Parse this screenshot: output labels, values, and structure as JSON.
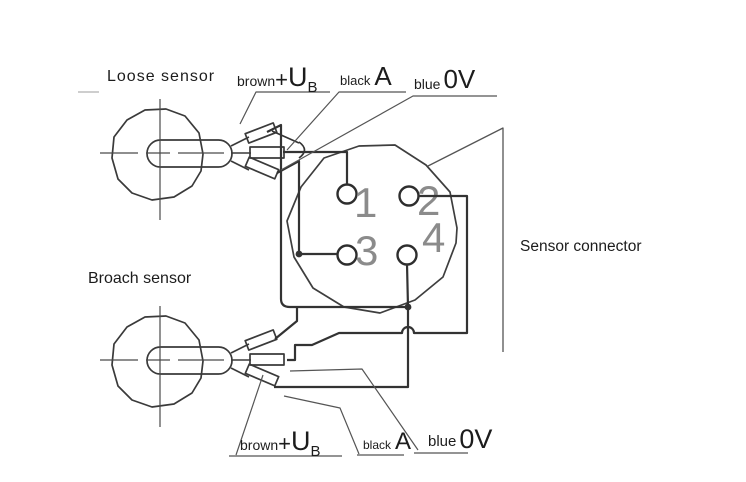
{
  "diagram": {
    "colors": {
      "background": "#ffffff",
      "line": "#3a3a3a",
      "thin_line": "#555555",
      "digits": "#6f6f6f",
      "text": "#1c1c1c"
    },
    "sensor_top_label": "Loose sensor",
    "sensor_bottom_label": "Broach sensor",
    "connector_label": "Sensor connector",
    "pins": [
      {
        "number": "1"
      },
      {
        "number": "2"
      },
      {
        "number": "3"
      },
      {
        "number": "4"
      }
    ],
    "wire_labels_top": {
      "brown_word": "brown",
      "plus": "+",
      "supply_main": "U",
      "supply_sub": "B",
      "black_word": "black",
      "signal_letter": "A",
      "blue_word": "blue",
      "zero_volt": "0V"
    },
    "wire_labels_bottom": {
      "brown_word": "brown",
      "plus": "+",
      "supply_main": "U",
      "supply_sub": "B",
      "black_word": "black",
      "signal_letter": "A",
      "blue_word": "blue",
      "zero_volt": "0V"
    }
  }
}
